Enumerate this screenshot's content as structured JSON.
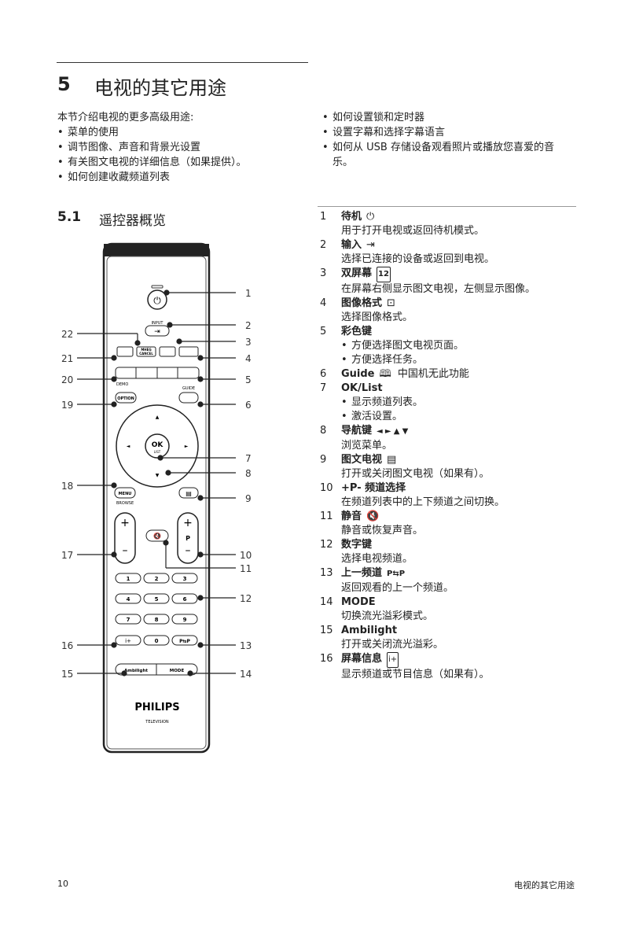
{
  "chapter": {
    "number": "5",
    "title": "电视的其它用途"
  },
  "intro": {
    "lead": "本节介绍电视的更多高级用途:",
    "left_bullets": [
      "菜单的使用",
      "调节图像、声音和背景光设置",
      "有关图文电视的详细信息（如果提供）。",
      "如何创建收藏频道列表"
    ],
    "right_bullets": [
      "如何设置锁和定时器",
      "设置字幕和选择字幕语言",
      "如何从 USB 存储设备观看照片或播放您喜爱的音乐。"
    ]
  },
  "section": {
    "number": "5.1",
    "title": "遥控器概览"
  },
  "keys": [
    {
      "n": "1",
      "name": "待机",
      "icon": "⏻",
      "desc": [
        "用于打开电视或返回待机模式。"
      ]
    },
    {
      "n": "2",
      "name": "输入",
      "icon": "⇥",
      "desc": [
        "选择已连接的设备或返回到电视。"
      ]
    },
    {
      "n": "3",
      "name": "双屏幕",
      "icon": "12",
      "desc": [
        "在屏幕右侧显示图文电视，左侧显示图像。"
      ]
    },
    {
      "n": "4",
      "name": "图像格式",
      "icon": "⊡",
      "desc": [
        "选择图像格式。"
      ]
    },
    {
      "n": "5",
      "name": "彩色键",
      "icon": "",
      "desc": [],
      "bullets": [
        "方便选择图文电视页面。",
        "方便选择任务。"
      ]
    },
    {
      "n": "6",
      "name": "Guide",
      "icon": "🕮",
      "desc_inline": "中国机无此功能",
      "desc": []
    },
    {
      "n": "7",
      "name": "OK/List",
      "icon": "",
      "desc": [],
      "bullets": [
        "显示频道列表。",
        "激活设置。"
      ]
    },
    {
      "n": "8",
      "name": "导航键",
      "icon": "◄ ► ▲ ▼",
      "desc": [
        "浏览菜单。"
      ]
    },
    {
      "n": "9",
      "name": "图文电视",
      "icon": "▤",
      "desc": [
        "打开或关闭图文电视（如果有）。"
      ]
    },
    {
      "n": "10",
      "name": "+P- 频道选择",
      "icon": "",
      "desc": [
        "在频道列表中的上下频道之间切换。"
      ]
    },
    {
      "n": "11",
      "name": "静音",
      "icon": "🔇",
      "desc": [
        "静音或恢复声音。"
      ]
    },
    {
      "n": "12",
      "name": "数字键",
      "icon": "",
      "desc": [
        "选择电视频道。"
      ]
    },
    {
      "n": "13",
      "name": "上一频道",
      "icon": "P⇆P",
      "desc": [
        "返回观看的上一个频道。"
      ]
    },
    {
      "n": "14",
      "name": "MODE",
      "icon": "",
      "desc": [
        "切换流光溢彩模式。"
      ]
    },
    {
      "n": "15",
      "name": "Ambilight",
      "icon": "",
      "desc": [
        "打开或关闭流光溢彩。"
      ]
    },
    {
      "n": "16",
      "name": "屏幕信息",
      "icon": "i+",
      "desc": [
        "显示频道或节目信息（如果有）。"
      ]
    }
  ],
  "remote": {
    "labels_right": [
      "1",
      "2",
      "3",
      "4",
      "5",
      "6",
      "7",
      "8",
      "9",
      "10",
      "11",
      "12",
      "13",
      "14"
    ],
    "labels_left": [
      "22",
      "21",
      "20",
      "19",
      "18",
      "17",
      "16",
      "15"
    ],
    "btn_input": "INPUT",
    "btn_mheg": "MHEG CANCEL",
    "btn_demo": "DEMO",
    "btn_guide": "GUIDE",
    "btn_option": "OPTION",
    "btn_ok": "OK",
    "btn_list": "LIST",
    "btn_menu": "MENU",
    "btn_browse": "BROWSE",
    "btn_p": "P",
    "digits": [
      "1",
      "2",
      "3",
      "4",
      "5",
      "6",
      "7",
      "8",
      "9",
      "0"
    ],
    "btn_pp": "P⇆P",
    "btn_ambilight": "Ambilight",
    "btn_mode": "MODE",
    "brand": "PHILIPS",
    "brand_sub": "TELEVISION"
  },
  "footer": {
    "page": "10",
    "chapter": "电视的其它用途"
  }
}
